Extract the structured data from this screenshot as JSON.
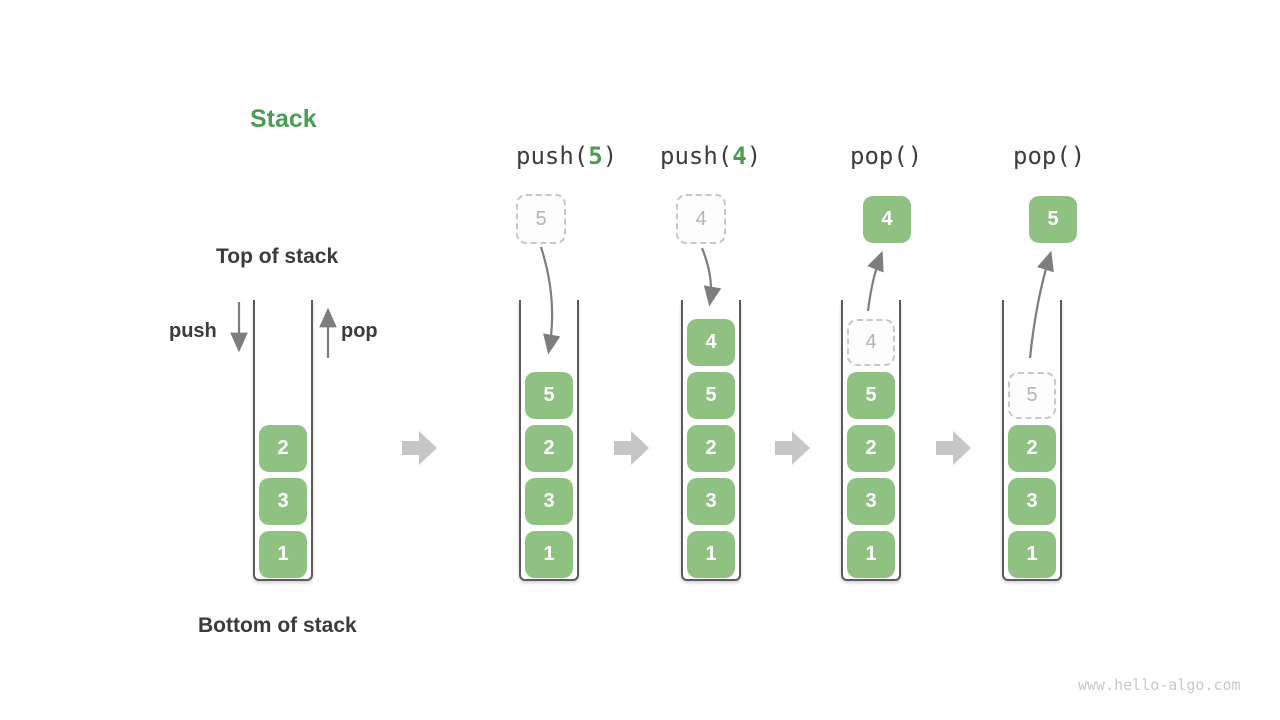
{
  "page": {
    "title": "Stack",
    "top_label": "Top of stack",
    "bottom_label": "Bottom of stack",
    "push_label": "push",
    "pop_label": "pop",
    "watermark": "www.hello-algo.com"
  },
  "colors": {
    "accent_green": "#4A9D52",
    "box_green": "#8FC183",
    "box_text": "#FFFFFF",
    "dark_text": "#3B3B3B",
    "ghost_border": "#C8C8C8",
    "ghost_text": "#B4B4B4",
    "arrow_gray": "#7D7D7D",
    "step_arrow_gray": "#C6C6C6",
    "container_wall": "#5B5B5B",
    "watermark_gray": "#C8C8C8"
  },
  "columns": [
    {
      "cells": [
        "2",
        "3",
        "1"
      ]
    },
    {
      "op_pre": "push(",
      "op_arg": "5",
      "op_post": ")",
      "staged": "5",
      "cells": [
        "5",
        "2",
        "3",
        "1"
      ]
    },
    {
      "op_pre": "push(",
      "op_arg": "4",
      "op_post": ")",
      "staged": "4",
      "cells": [
        "4",
        "5",
        "2",
        "3",
        "1"
      ]
    },
    {
      "op_pre": "pop()",
      "op_arg": "",
      "op_post": "",
      "popped": "4",
      "ghost": "4",
      "cells": [
        "5",
        "2",
        "3",
        "1"
      ]
    },
    {
      "op_pre": "pop()",
      "op_arg": "",
      "op_post": "",
      "popped": "5",
      "ghost": "5",
      "cells": [
        "2",
        "3",
        "1"
      ]
    }
  ]
}
